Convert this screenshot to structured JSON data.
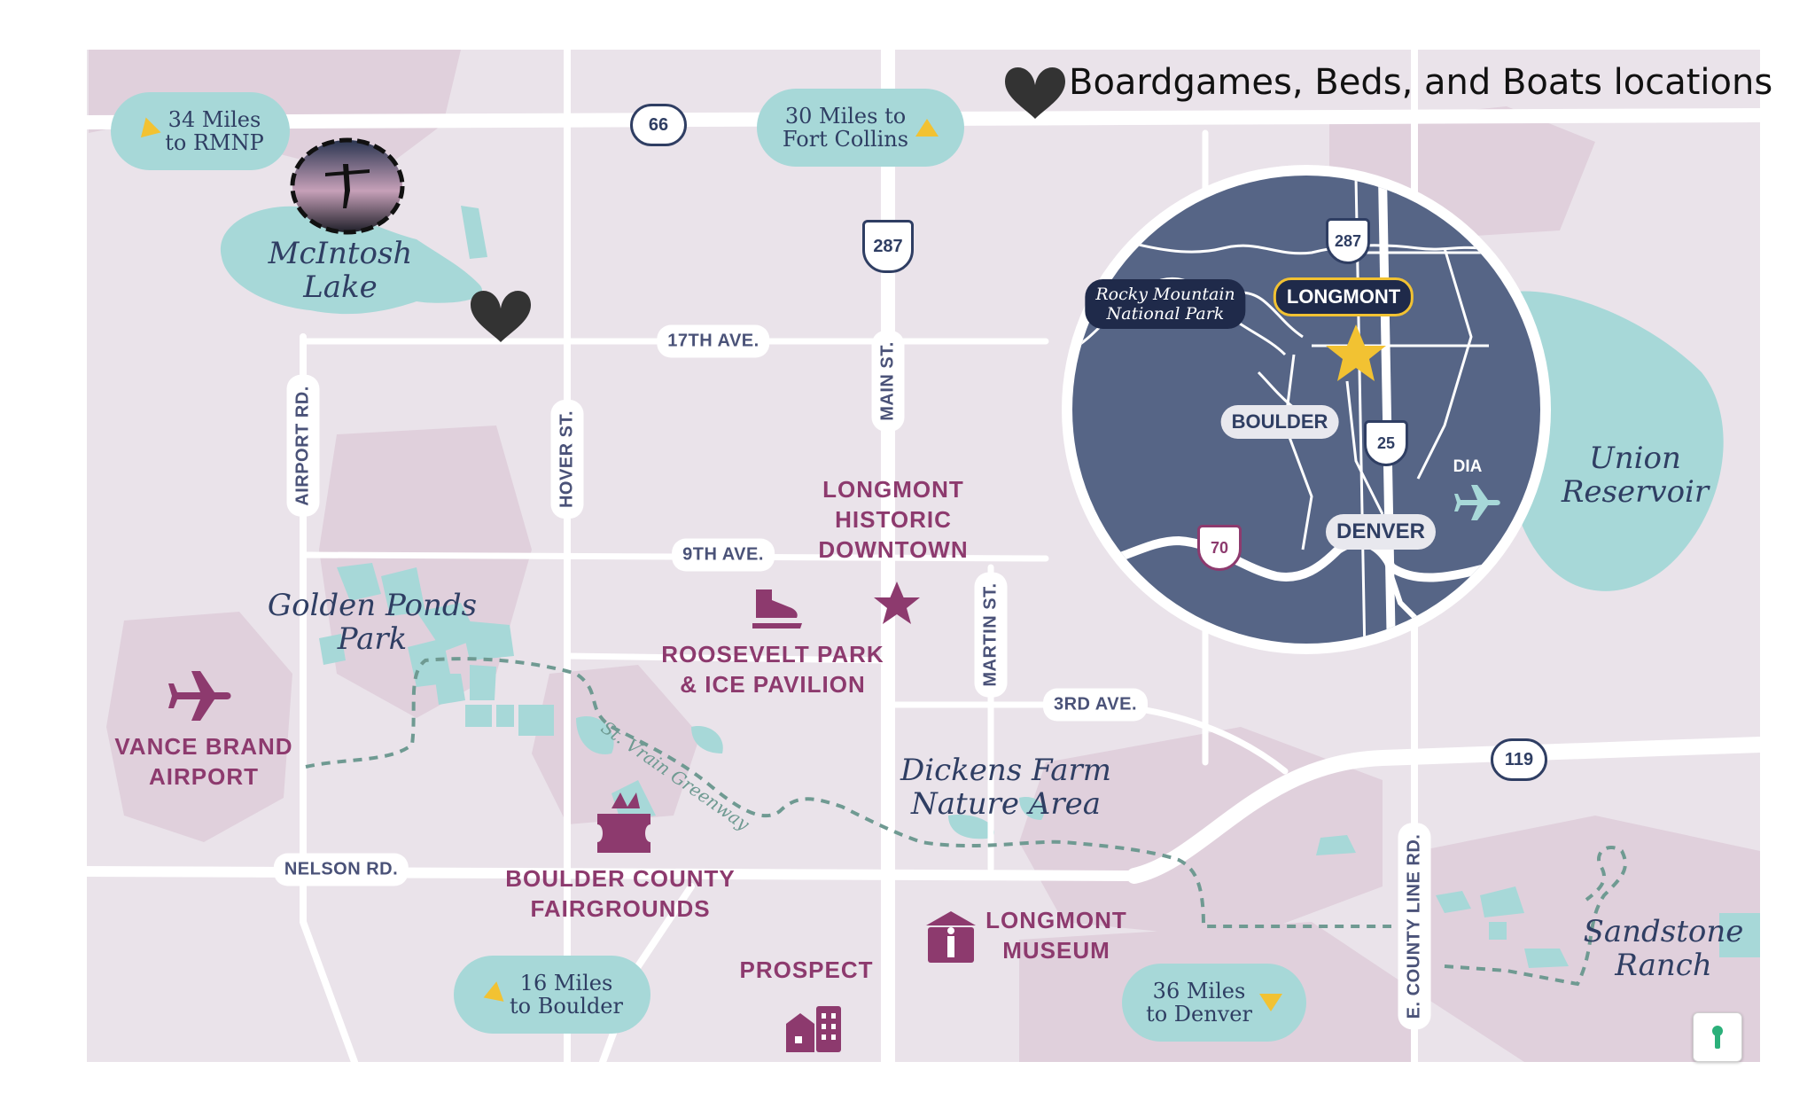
{
  "map": {
    "title": "Boardgames, Beds, and Boats locations",
    "colors": {
      "land": "#eae3ea",
      "land_shade": "#e0d0dc",
      "water": "#a7d8d8",
      "road": "#ffffff",
      "greenway": "#6f9a92",
      "poi_text": "#8d3a6e",
      "place_text": "#2f3e63",
      "inset_bg": "#566586",
      "star": "#f2c232",
      "heart": "#333333"
    },
    "places": {
      "mcintosh_lake": "McIntosh\nLake",
      "golden_ponds": "Golden Ponds\nPark",
      "union_reservoir": "Union\nReservoir",
      "dickens_farm": "Dickens Farm\nNature Area",
      "sandstone_ranch": "Sandstone\nRanch",
      "st_vrain_greenway": "St. Vrain Greenway"
    },
    "pois": {
      "historic_downtown": "LONGMONT\nHISTORIC\nDOWNTOWN",
      "roosevelt_park": "ROOSEVELT PARK\n& ICE PAVILION",
      "vance_brand": "VANCE BRAND\nAIRPORT",
      "fairgrounds": "BOULDER COUNTY\nFAIRGROUNDS",
      "museum": "LONGMONT\nMUSEUM",
      "prospect": "PROSPECT"
    },
    "roads": {
      "seventeenth": "17TH AVE.",
      "ninth": "9TH AVE.",
      "third": "3RD AVE.",
      "nelson": "NELSON RD.",
      "airport": "AIRPORT RD.",
      "hover": "HOVER ST.",
      "main": "MAIN ST.",
      "martin": "MARTIN ST.",
      "county_line": "E. COUNTY LINE RD."
    },
    "shields": {
      "hwy66": "66",
      "us287": "287",
      "hwy119": "119"
    },
    "distances": {
      "rmnp": "34 Miles\nto RMNP",
      "fort_collins": "30 Miles to\nFort Collins",
      "boulder": "16 Miles\nto Boulder",
      "denver": "36 Miles\nto Denver"
    },
    "inset": {
      "rmnp": "Rocky Mountain\nNational Park",
      "longmont": "LONGMONT",
      "boulder": "BOULDER",
      "denver": "DENVER",
      "dia": "DIA",
      "us287": "287",
      "i25": "25",
      "i70": "70"
    },
    "icons": [
      "heart-icon",
      "airplane-icon",
      "ice-skate-icon",
      "star-icon",
      "ticket-icon",
      "museum-icon",
      "buildings-icon",
      "keyhole-icon"
    ]
  }
}
